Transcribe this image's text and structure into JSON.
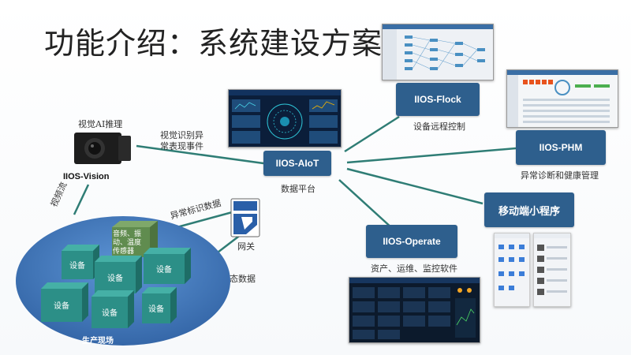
{
  "title": "功能介绍：系统建设方案",
  "nodes": {
    "aiot": {
      "label": "IIOS-AIoT",
      "caption": "数据平台"
    },
    "flock": {
      "label": "IIOS-Flock",
      "caption": "设备远程控制"
    },
    "phm": {
      "label": "IIOS-PHM",
      "caption": "异常诊断和健康管理"
    },
    "mobile": {
      "label": "移动端小程序"
    },
    "operate": {
      "label": "IIOS-Operate",
      "caption": "资产、运维、监控软件"
    }
  },
  "vision": {
    "title": "视觉AI推理",
    "label": "IIOS-Vision",
    "event_line1": "视觉识别异",
    "event_line2": "常表现事件",
    "stream": "视频流"
  },
  "gateway": {
    "label": "网关",
    "anomaly_data": "异常标识数据",
    "status_data": "运行状态数据"
  },
  "field": {
    "label": "生产现场",
    "sensor_lines": [
      "音频、振",
      "动、温度",
      "传感器"
    ],
    "device": "设备"
  },
  "colors": {
    "node": "#2e5f8d",
    "link": "#2f7d75",
    "field": "#4a7fbf",
    "cube": "#2c8f87",
    "sensor": "#5f8a4e"
  }
}
